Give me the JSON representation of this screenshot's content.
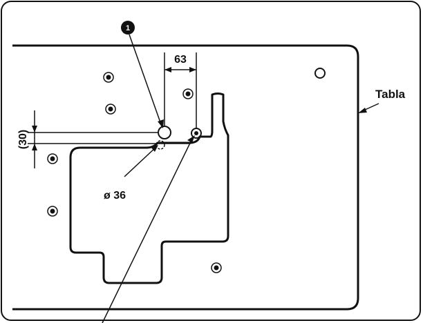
{
  "diagram": {
    "part_number": "1",
    "label_table": "Tabla",
    "dim_horizontal": "63",
    "dim_vertical": "(30)",
    "dim_diameter": "ø 36",
    "colors": {
      "line": "#111111",
      "background": "#ffffff"
    }
  }
}
